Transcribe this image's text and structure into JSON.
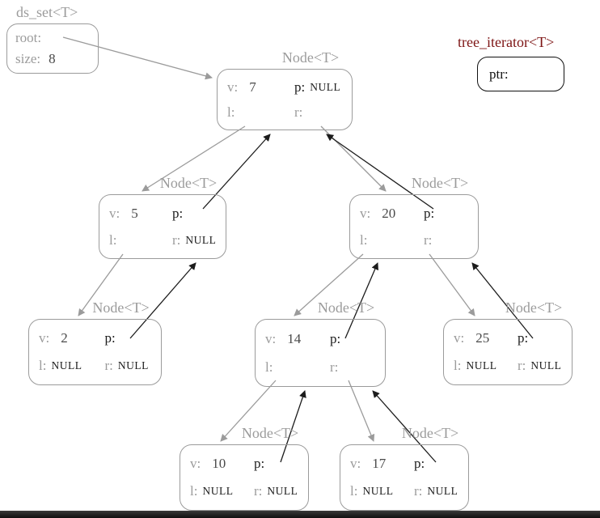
{
  "colors": {
    "gray": "#9b9b9b",
    "dark": "#1c1c1c",
    "value": "#4a4a4a",
    "maroon": "#7d1414"
  },
  "ds_set": {
    "title": "ds_set<T>",
    "root_label": "root:",
    "size_label": "size:",
    "size_value": "8"
  },
  "tree_iterator": {
    "title": "tree_iterator<T>",
    "ptr_label": "ptr:"
  },
  "labels": {
    "node_title": "Node<T>",
    "v": "v:",
    "p": "p:",
    "l": "l:",
    "r": "r:"
  },
  "nodes": [
    {
      "v": "7",
      "p": "NULL",
      "l": "",
      "r": ""
    },
    {
      "v": "5",
      "p": "",
      "l": "",
      "r": "NULL"
    },
    {
      "v": "20",
      "p": "",
      "l": "",
      "r": ""
    },
    {
      "v": "2",
      "p": "",
      "l": "NULL",
      "r": "NULL"
    },
    {
      "v": "14",
      "p": "",
      "l": "",
      "r": ""
    },
    {
      "v": "25",
      "p": "",
      "l": "NULL",
      "r": "NULL"
    },
    {
      "v": "10",
      "p": "",
      "l": "NULL",
      "r": "NULL"
    },
    {
      "v": "17",
      "p": "",
      "l": "NULL",
      "r": "NULL"
    }
  ]
}
